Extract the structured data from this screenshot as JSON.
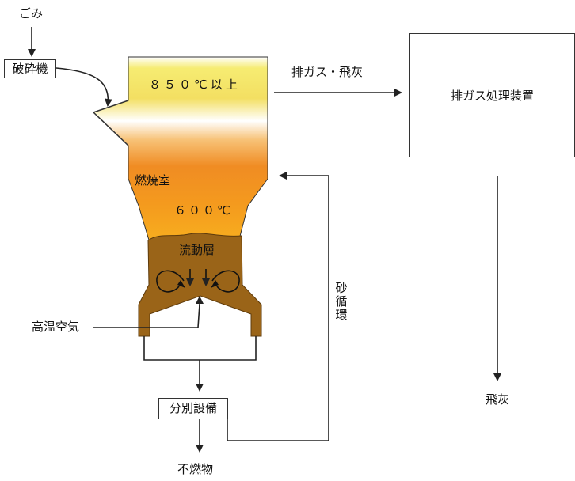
{
  "labels": {
    "garbage": "ごみ",
    "crusher": "破砕機",
    "top_temp": "８５０℃以上",
    "combustion_chamber": "燃焼室",
    "mid_temp": "６００℃",
    "fluidized_bed": "流動層",
    "hot_air": "高温空気",
    "exhaust_and_fly_ash": "排ガス・飛灰",
    "exhaust_treatment": "排ガス処理装置",
    "fly_ash": "飛灰",
    "separator": "分別設備",
    "incombustibles": "不燃物",
    "sand_circulation": [
      "砂",
      "循",
      "環"
    ]
  },
  "colors": {
    "furnace_top": "#f6ec72",
    "furnace_mid": "#f08c23",
    "furnace_lower": "#f7a51f",
    "bed_brown": "#9a6418",
    "line": "#222222"
  }
}
